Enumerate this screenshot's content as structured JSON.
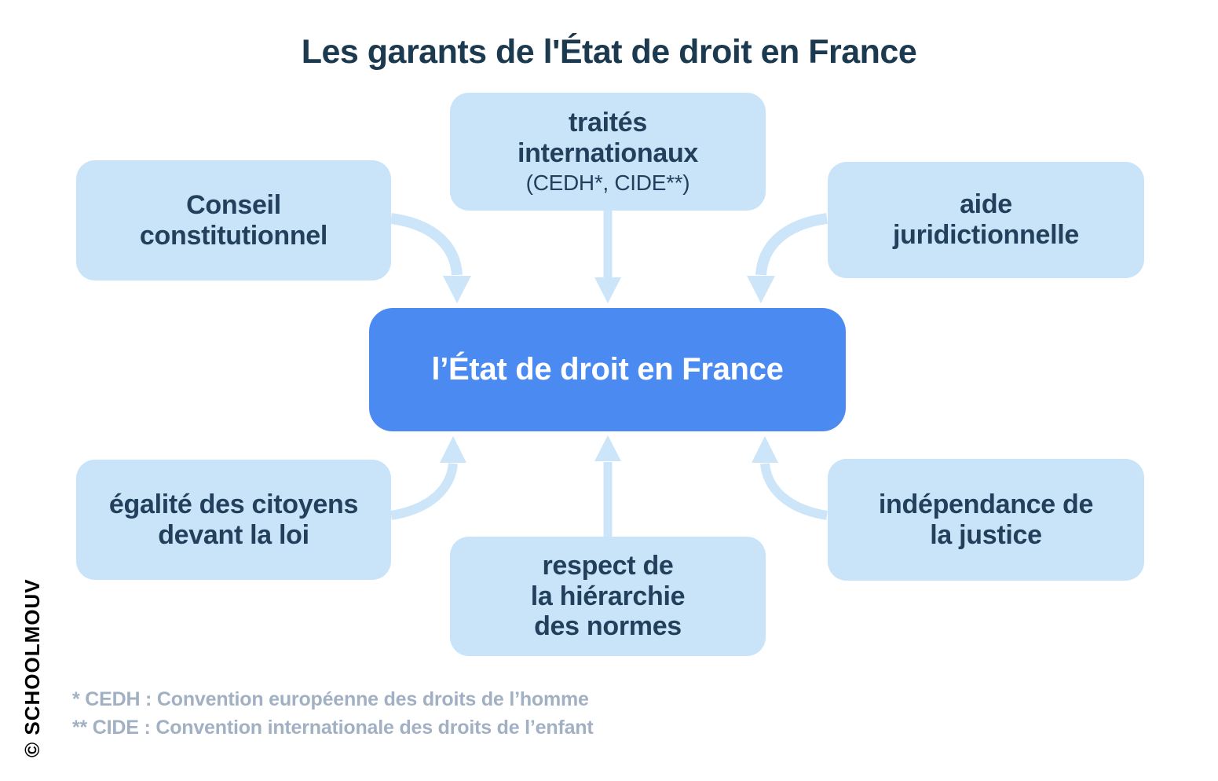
{
  "title": "Les garants de l'État de droit en France",
  "center": {
    "label": "l’État de droit en France"
  },
  "nodes": {
    "traites": {
      "lines": [
        "traités",
        "internationaux"
      ],
      "sub": "(CEDH*, CIDE**)"
    },
    "conseil": {
      "lines": [
        "Conseil",
        "constitutionnel"
      ]
    },
    "aide": {
      "lines": [
        "aide",
        "juridictionnelle"
      ]
    },
    "egalite": {
      "lines": [
        "égalité des citoyens",
        "devant la loi"
      ]
    },
    "respect": {
      "lines": [
        "respect de",
        "la hiérarchie",
        "des normes"
      ]
    },
    "independance": {
      "lines": [
        "indépendance de",
        "la justice"
      ]
    }
  },
  "footnotes": [
    "* CEDH : Convention européenne des droits de l’homme",
    "** CIDE : Convention internationale des droits de l’enfant"
  ],
  "watermark": "© SCHOOLMOUV",
  "colors": {
    "background": "#ffffff",
    "accent": "#4b8bf1",
    "node_bg": "#c9e3f8",
    "node_text": "#223f5c",
    "title_text": "#1b3a50",
    "footnote_text": "#a2b0c3",
    "arrow": "#cde5f8",
    "watermark_text": "#000000"
  }
}
